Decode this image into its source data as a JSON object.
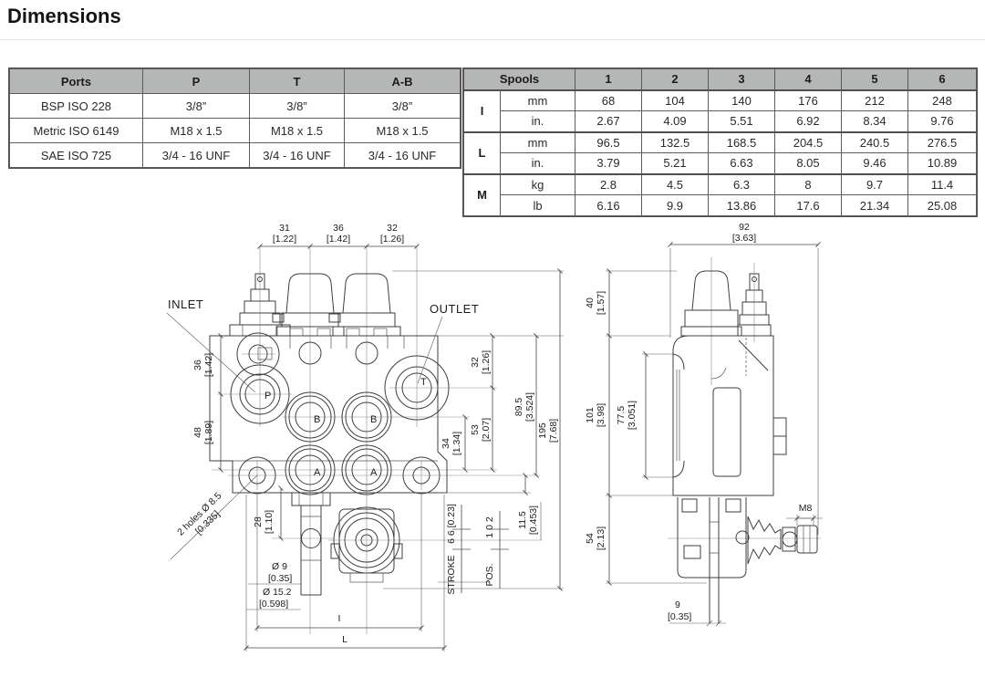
{
  "page": {
    "title": "Dimensions"
  },
  "ports_table": {
    "headers": [
      "Ports",
      "P",
      "T",
      "A-B"
    ],
    "rows": [
      [
        "BSP ISO 228",
        "3/8”",
        "3/8”",
        "3/8”"
      ],
      [
        "Metric ISO 6149",
        "M18 x 1.5",
        "M18 x 1.5",
        "M18 x 1.5"
      ],
      [
        "SAE ISO 725",
        "3/4 - 16 UNF",
        "3/4 - 16 UNF",
        "3/4 - 16 UNF"
      ]
    ]
  },
  "spools_table": {
    "header": "Spools",
    "columns": [
      "1",
      "2",
      "3",
      "4",
      "5",
      "6"
    ],
    "groups": [
      {
        "key": "I",
        "rows": [
          {
            "unit": "mm",
            "values": [
              "68",
              "104",
              "140",
              "176",
              "212",
              "248"
            ]
          },
          {
            "unit": "in.",
            "values": [
              "2.67",
              "4.09",
              "5.51",
              "6.92",
              "8.34",
              "9.76"
            ]
          }
        ]
      },
      {
        "key": "L",
        "rows": [
          {
            "unit": "mm",
            "values": [
              "96.5",
              "132.5",
              "168.5",
              "204.5",
              "240.5",
              "276.5"
            ]
          },
          {
            "unit": "in.",
            "values": [
              "3.79",
              "5.21",
              "6.63",
              "8.05",
              "9.46",
              "10.89"
            ]
          }
        ]
      },
      {
        "key": "M",
        "rows": [
          {
            "unit": "kg",
            "values": [
              "2.8",
              "4.5",
              "6.3",
              "8",
              "9.7",
              "11.4"
            ]
          },
          {
            "unit": "lb",
            "values": [
              "6.16",
              "9.9",
              "13.86",
              "17.6",
              "21.34",
              "25.08"
            ]
          }
        ]
      }
    ]
  },
  "front_view": {
    "inlet_label": "INLET",
    "outlet_label": "OUTLET",
    "ports": {
      "p": "P",
      "t": "T",
      "b1": "B",
      "b2": "B",
      "a1": "A",
      "a2": "A"
    },
    "dims": {
      "top_31": {
        "mm": "31",
        "in": "[1.22]"
      },
      "top_36": {
        "mm": "36",
        "in": "[1.42]"
      },
      "top_32": {
        "mm": "32",
        "in": "[1.26]"
      },
      "left_36": {
        "mm": "36",
        "in": "[1.42]"
      },
      "left_48": {
        "mm": "48",
        "in": "[1.89]"
      },
      "left_28": {
        "mm": "28",
        "in": "[1.10]"
      },
      "holes_note": {
        "line1": "2 holes Ø 8.5",
        "line2": "[0.335]"
      },
      "dia_9": {
        "mm": "Ø 9",
        "in": "[0.35]"
      },
      "dia_15_2": {
        "mm": "Ø 15.2",
        "in": "[0.598]"
      },
      "right_32": {
        "mm": "32",
        "in": "[1.26]"
      },
      "right_53": {
        "mm": "53",
        "in": "[2.07]"
      },
      "right_34": {
        "mm": "34",
        "in": "[1.34]"
      },
      "right_89_5": {
        "mm": "89.5",
        "in": "[3.524]"
      },
      "right_195": {
        "mm": "195",
        "in": "[7.68]"
      },
      "right_11_5": {
        "mm": "11.5",
        "in": "[0.453]"
      },
      "stroke_scale": {
        "label": "STROKE",
        "values": "6 6 [0.23]"
      },
      "pos_scale": {
        "label": "POS.",
        "values": "1 0 2"
      },
      "dim_I": "I",
      "dim_L": "L"
    }
  },
  "side_view": {
    "dims": {
      "top_92": {
        "mm": "92",
        "in": "[3.63]"
      },
      "left_40": {
        "mm": "40",
        "in": "[1.57]"
      },
      "left_101": {
        "mm": "101",
        "in": "[3.98]"
      },
      "left_77_5": {
        "mm": "77.5",
        "in": "[3.051]"
      },
      "left_54": {
        "mm": "54",
        "in": "[2.13]"
      },
      "m8": "M8",
      "bottom_9": {
        "mm": "9",
        "in": "[0.35]"
      }
    }
  }
}
